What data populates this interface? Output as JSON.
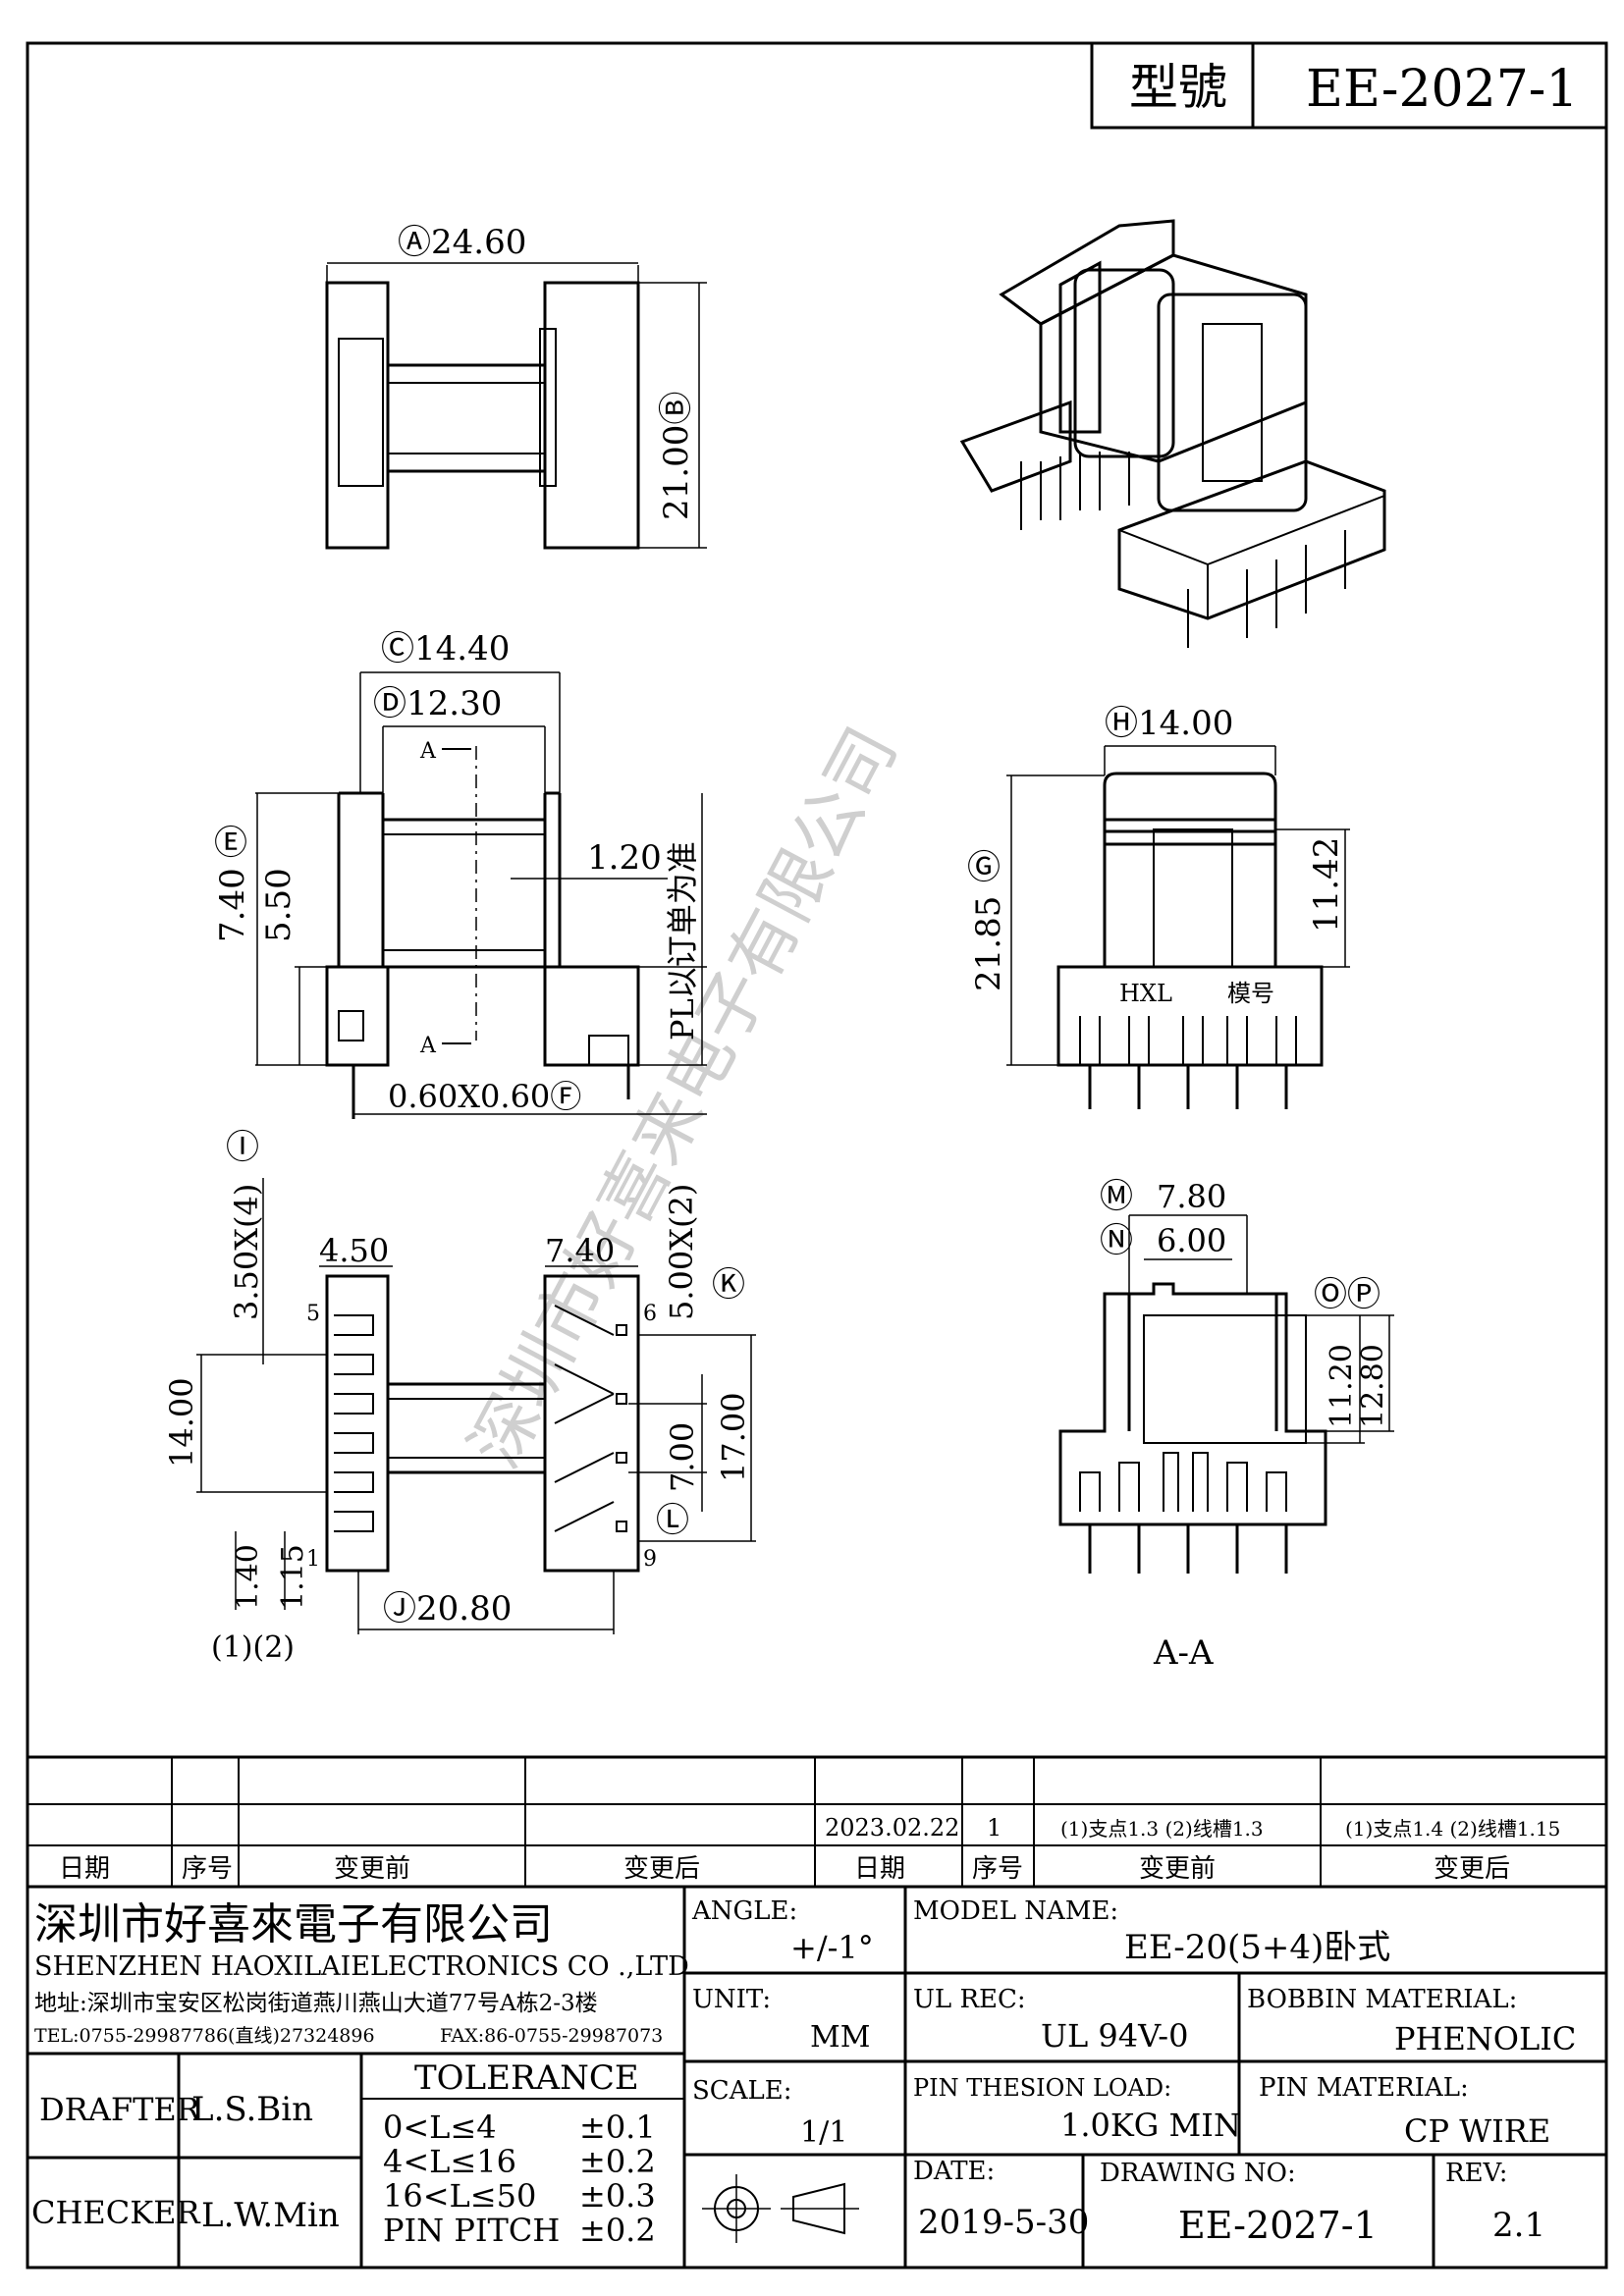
{
  "header": {
    "model_label": "型號",
    "model_value": "EE-2027-1"
  },
  "views": {
    "top": {
      "dim_A": "Ⓐ24.60",
      "dim_B": "21.00Ⓑ"
    },
    "side": {
      "dim_C": "Ⓒ14.40",
      "dim_D": "Ⓓ12.30",
      "dim_E": "Ⓔ",
      "dim_E_value": "7.40",
      "dim_550": "5.50",
      "dim_120": "1.20",
      "note_pl": "PL以订单为准",
      "dim_F": "0.60X0.60Ⓕ",
      "section_a": "A"
    },
    "front": {
      "dim_H": "Ⓗ14.00",
      "dim_G": "Ⓖ",
      "dim_G_value": "21.85",
      "dim_1142": "11.42",
      "label_hxl": "HXL",
      "label_model": "模号"
    },
    "bottom": {
      "dim_I": "Ⓘ",
      "dim_350": "3.50X(4)",
      "dim_450": "4.50",
      "dim_740": "7.40",
      "dim_500": "5.00X(2)",
      "dim_K": "Ⓚ",
      "dim_1400": "14.00",
      "dim_700": "7.00",
      "dim_1700": "17.00",
      "dim_L": "Ⓛ",
      "dim_140": "1.40",
      "dim_115": "1.15",
      "dim_J": "Ⓙ20.80",
      "pin5": "5",
      "pin6": "6",
      "pin1": "1",
      "pin9": "9",
      "note_12": "(1)(2)"
    },
    "section": {
      "dim_M": "Ⓜ",
      "dim_780": "7.80",
      "dim_N": "Ⓝ",
      "dim_600": "6.00",
      "dim_OP": "ⓄⓅ",
      "dim_1120": "11.20",
      "dim_1280": "12.80",
      "title": "A-A"
    }
  },
  "watermark": "深圳市好喜来电子有限公司",
  "revision": {
    "row": {
      "date": "2023.02.22",
      "seq": "1",
      "before": "(1)支点1.3  (2)线槽1.3",
      "after": "(1)支点1.4  (2)线槽1.15"
    },
    "headers": [
      "日期",
      "序号",
      "变更前",
      "变更后",
      "日期",
      "序号",
      "变更前",
      "变更后"
    ]
  },
  "company": {
    "name_cn": "深圳市好喜來電子有限公司",
    "name_en": "SHENZHEN HAOXILAIELECTRONICS CO .,LTD",
    "address": "地址:深圳市宝安区松岗街道燕川燕山大道77号A栋2-3楼",
    "tel": "TEL:0755-29987786(直线)27324896",
    "fax": "FAX:86-0755-29987073"
  },
  "title_block": {
    "angle_label": "ANGLE:",
    "angle_value": "+/-1°",
    "model_name_label": "MODEL NAME:",
    "model_name_value": "EE-20(5+4)卧式",
    "unit_label": "UNIT:",
    "unit_value": "MM",
    "ul_label": "UL REC:",
    "ul_value": "UL 94V-0",
    "bobbin_label": "BOBBIN MATERIAL:",
    "bobbin_value": "PHENOLIC",
    "scale_label": "SCALE:",
    "scale_value": "1/1",
    "pin_load_label": "PIN THESION LOAD:",
    "pin_load_value": "1.0KG MIN",
    "pin_material_label": "PIN MATERIAL:",
    "pin_material_value": "CP  WIRE",
    "date_label": "DATE:",
    "date_value": "2019-5-30",
    "drawing_label": "DRAWING NO:",
    "drawing_value": "EE-2027-1",
    "rev_label": "REV:",
    "rev_value": "2.1",
    "drafter_label": "DRAFTER",
    "drafter_value": "L.S.Bin",
    "checker_label": "CHECKER",
    "checker_value": "L.W.Min",
    "tolerance_title": "TOLERANCE",
    "tolerance": [
      {
        "range": "0<L≤4",
        "value": "±0.1"
      },
      {
        "range": "4<L≤16",
        "value": "±0.2"
      },
      {
        "range": "16<L≤50",
        "value": "±0.3"
      },
      {
        "range": "PIN PITCH",
        "value": "±0.2"
      }
    ]
  }
}
